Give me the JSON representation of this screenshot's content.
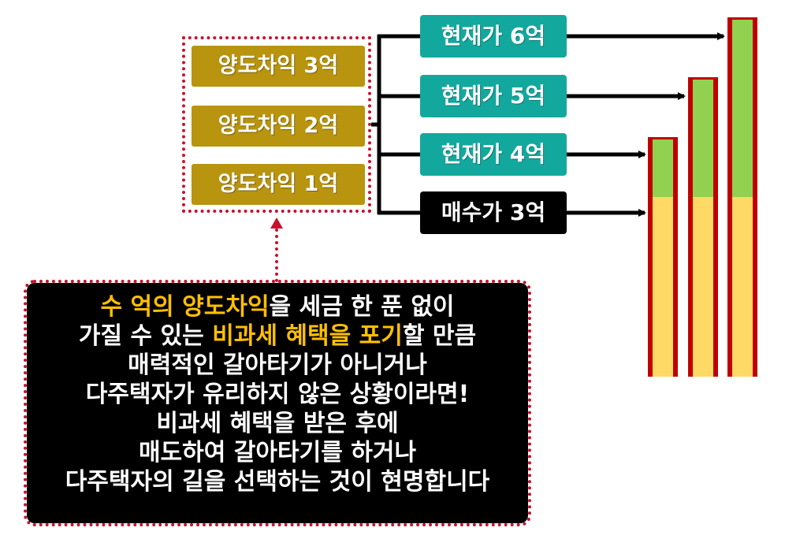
{
  "gains": [
    {
      "label": "양도차익 3억"
    },
    {
      "label": "양도차익 2억"
    },
    {
      "label": "양도차익 1억"
    }
  ],
  "prices": [
    {
      "label": "현재가 6억",
      "color": "#13a89e"
    },
    {
      "label": "현재가 5억",
      "color": "#13a89e"
    },
    {
      "label": "현재가 4억",
      "color": "#13a89e"
    },
    {
      "label": "매수가 3억",
      "color": "#000000"
    }
  ],
  "bars": [
    {
      "total": 4,
      "base": 3
    },
    {
      "total": 5,
      "base": 3
    },
    {
      "total": 6,
      "base": 3
    }
  ],
  "colors": {
    "gain_box": "#b8940f",
    "bar_border": "#c00000",
    "bar_gain": "#92d050",
    "bar_base": "#ffd966",
    "highlight_yellow": "#ffc000",
    "highlight_green": "#92d050",
    "dotted_border": "#c8102e"
  },
  "callout": {
    "l1": {
      "a": "수 억의 양도차익",
      "b": "을 세금 한 푼 없이"
    },
    "l2": {
      "a": "가질 수 있는 ",
      "b": "비과세 혜택을 포기",
      "c": "할 만큼"
    },
    "l3": "매력적인 갈아타기가 아니거나",
    "l4": "다주택자가 유리하지 않은 상황이라면!",
    "l5": "비과세 혜택을 받은 후에",
    "l6": "매도하여 갈아타기를 하거나",
    "l7": "다주택자의 길을 선택하는 것이 현명합니다"
  }
}
